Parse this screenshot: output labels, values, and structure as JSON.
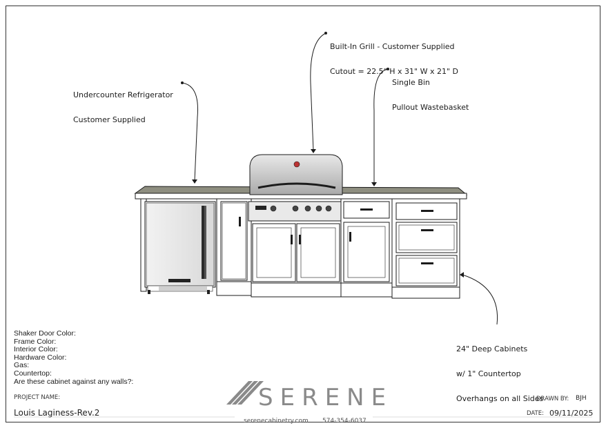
{
  "callouts": {
    "grill_title": "Built-In Grill - Customer Supplied",
    "grill_cutout": "Cutout = 22.5\" H x 31\" W x 21\" D",
    "fridge_line1": "Undercounter Refrigerator",
    "fridge_line2": "Customer Supplied",
    "waste_line1": "Single Bin",
    "waste_line2": "Pullout Wastebasket",
    "cab_line1": "24\" Deep Cabinets",
    "cab_line2": "w/ 1\" Countertop",
    "cab_line3": "Overhangs on all Sides"
  },
  "specs": [
    "Shaker Door Color:",
    "Frame Color:",
    "Interior Color:",
    "Hardware Color:",
    "Gas:",
    "Countertop:",
    "Are these cabinet against any walls?:"
  ],
  "title_block": {
    "project_label": "PROJECT NAME:",
    "project_name": "Louis Laginess-Rev.2",
    "drawn_by_label": "DRAWN BY:",
    "drawn_by": "BJH",
    "date_label": "DATE:",
    "date": "09/11/2025"
  },
  "brand": {
    "name": "SERENE",
    "website": "serenecabinetry.com",
    "phone": "574-354-6037"
  },
  "colors": {
    "logo_gray": "#8a8a8a",
    "line": "#1b1b1b"
  }
}
